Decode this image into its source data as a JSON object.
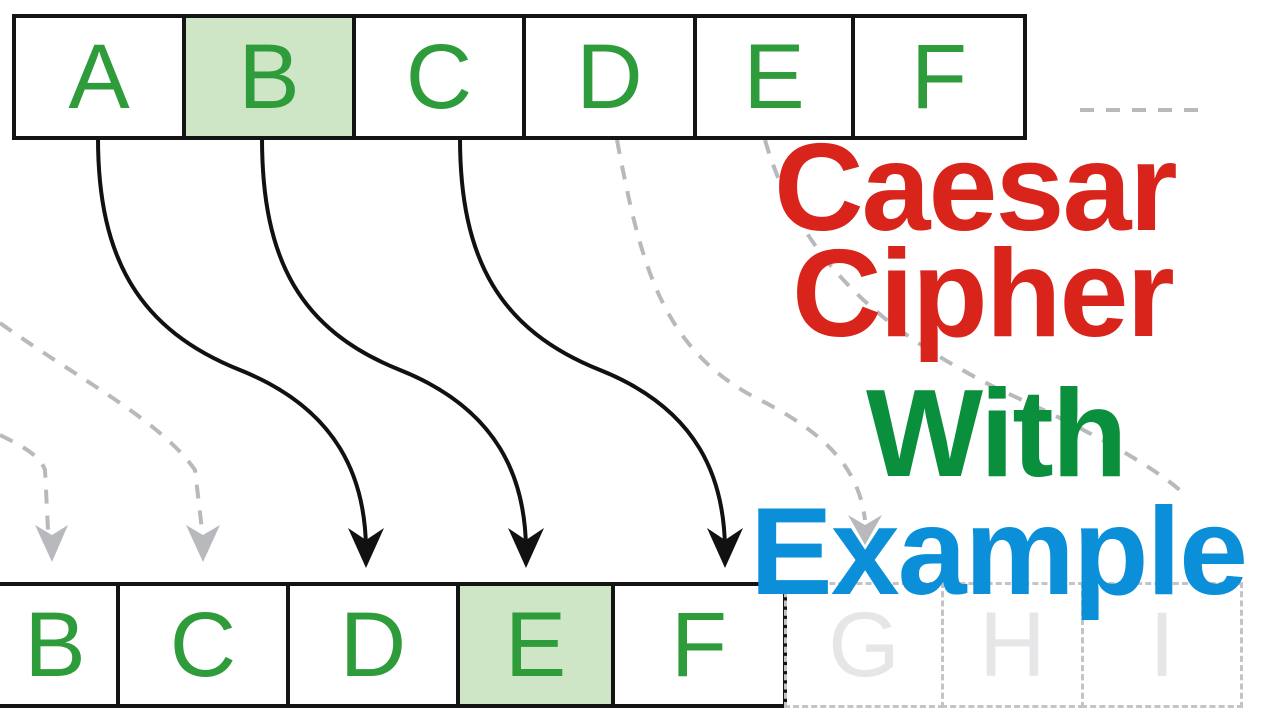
{
  "plain_row": {
    "cells": [
      {
        "letter": "A",
        "highlighted": false
      },
      {
        "letter": "B",
        "highlighted": true
      },
      {
        "letter": "C",
        "highlighted": false
      },
      {
        "letter": "D",
        "highlighted": false
      },
      {
        "letter": "E",
        "highlighted": false
      },
      {
        "letter": "F",
        "highlighted": false
      }
    ],
    "ellipsis": "....."
  },
  "cipher_row": {
    "cells": [
      {
        "letter": "B",
        "highlighted": false
      },
      {
        "letter": "C",
        "highlighted": false
      },
      {
        "letter": "D",
        "highlighted": false
      },
      {
        "letter": "E",
        "highlighted": true
      },
      {
        "letter": "F",
        "highlighted": false
      }
    ],
    "ghost_cells": [
      "G",
      "H",
      "I"
    ]
  },
  "mappings": [
    {
      "from": "A",
      "to": "D",
      "style": "solid"
    },
    {
      "from": "B",
      "to": "E",
      "style": "solid"
    },
    {
      "from": "C",
      "to": "F",
      "style": "solid"
    }
  ],
  "title": {
    "line1": "Caesar",
    "line2": "Cipher",
    "line3": "With",
    "line4": "Example"
  },
  "colors": {
    "letter_green": "#2e9c3a",
    "highlight": "#cfe6c6",
    "title_red": "#d9241c",
    "title_green": "#0a8f3c",
    "title_blue": "#0b8fd8",
    "ghost_gray": "#c4c4c8"
  }
}
